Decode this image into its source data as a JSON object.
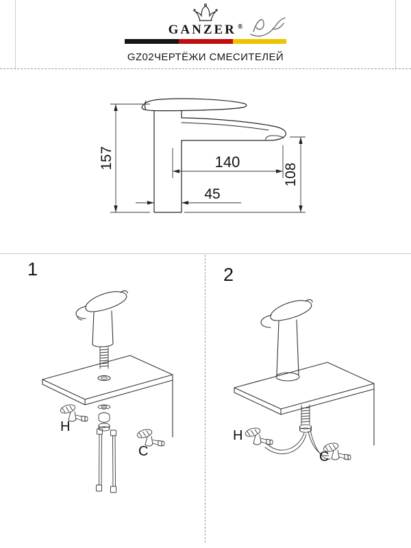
{
  "header": {
    "brand": "GANZER",
    "registered_mark": "®",
    "flag_colors": [
      "#161616",
      "#c00d0d",
      "#eec400"
    ]
  },
  "title": "GZ02ЧЕРТЁЖИ СМЕСИТЕЛЕЙ",
  "drawing": {
    "dimensions": {
      "overall_height": "157",
      "spout_reach": "140",
      "spout_height": "108",
      "base_width": "45"
    }
  },
  "install": {
    "panel1": {
      "number": "1",
      "hot_label": "H",
      "cold_label": "C"
    },
    "panel2": {
      "number": "2",
      "hot_label": "H",
      "cold_label": "C"
    }
  }
}
